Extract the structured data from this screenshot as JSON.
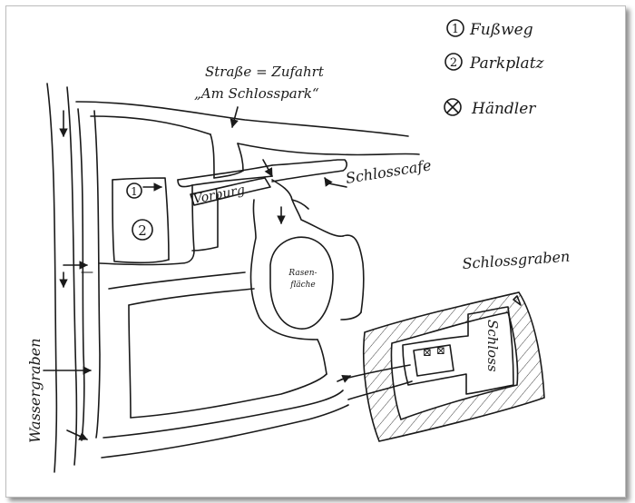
{
  "legend": {
    "item1_number": "1",
    "item1_label": "Fußweg",
    "item2_number": "2",
    "item2_label": "Parkplatz",
    "item3_label": "Händler"
  },
  "labels": {
    "street_line1": "Straße = Zufahrt",
    "street_line2": "„Am Schlosspark“",
    "schlosscafe": "Schlosscafe",
    "vorburg": "Vorburg",
    "schlossgraben": "Schlossgraben",
    "schloss": "Schloss",
    "wassergraben": "Wassergraben",
    "rasen_line1": "Rasen-",
    "rasen_line2": "fläche",
    "marker1": "1",
    "marker2": "2"
  }
}
